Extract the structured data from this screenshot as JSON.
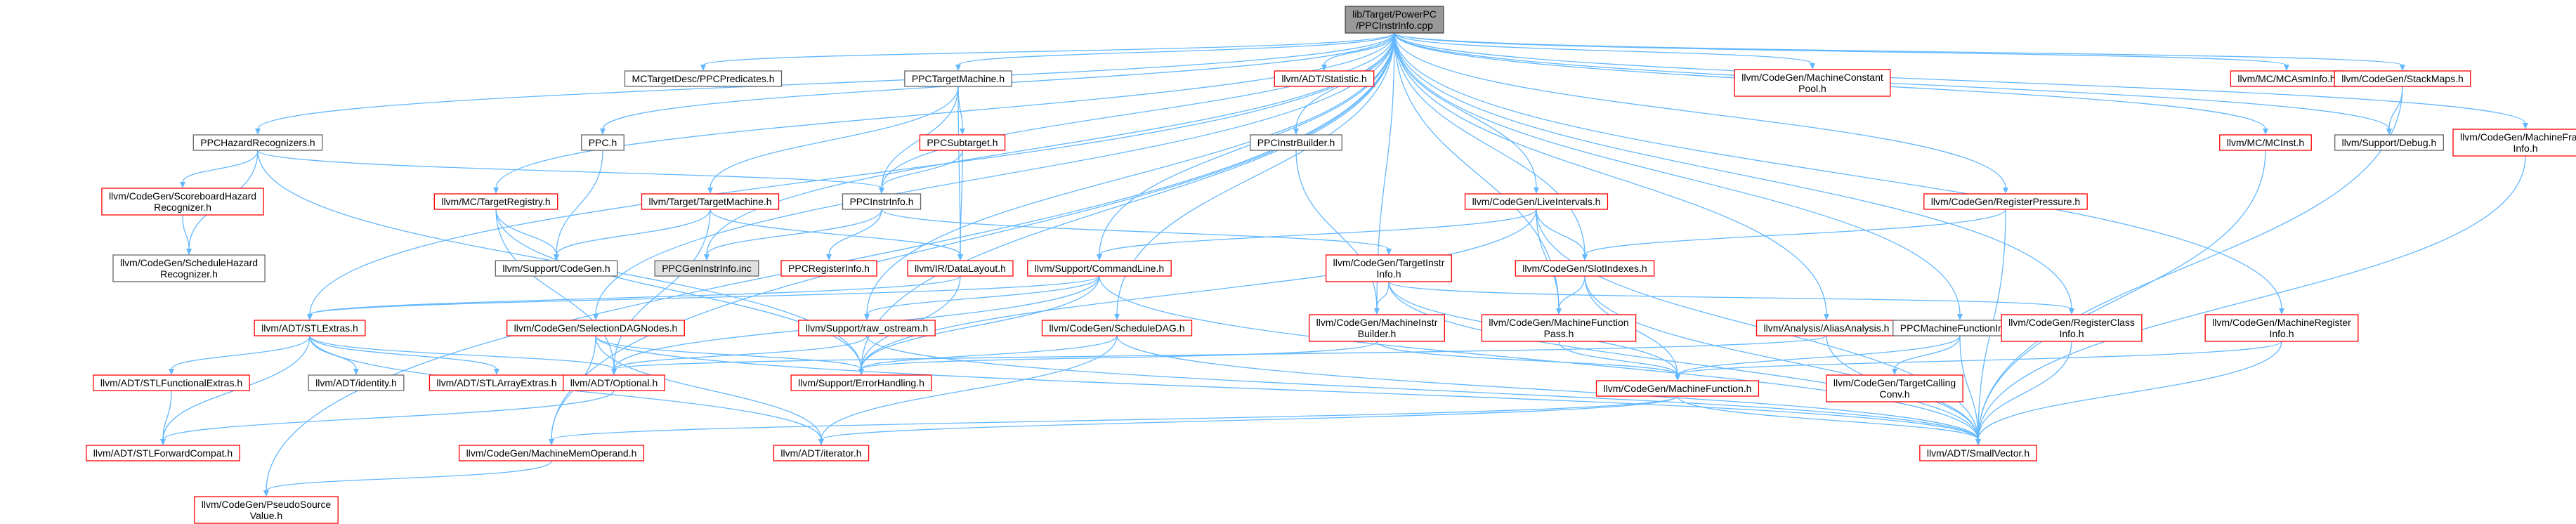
{
  "graph": {
    "colors": {
      "red": "#ff0000",
      "gray": "#666666",
      "black": "#444444",
      "root_fill": "#999999",
      "gray_fill": "#e0e0e0",
      "edge": "#63b8ff",
      "text": "#000000"
    },
    "nodes": [
      {
        "id": "root",
        "lines": [
          "lib/Target/PowerPC",
          "/PPCInstrInfo.cpp"
        ],
        "style": "root"
      },
      {
        "id": "ppc_predicates",
        "lines": [
          "MCTargetDesc/PPCPredicates.h"
        ],
        "style": "gray"
      },
      {
        "id": "ppc_target_machine",
        "lines": [
          "PPCTargetMachine.h"
        ],
        "style": "gray"
      },
      {
        "id": "statistic",
        "lines": [
          "llvm/ADT/Statistic.h"
        ],
        "style": "red"
      },
      {
        "id": "machine_constant_pool",
        "lines": [
          "llvm/CodeGen/MachineConstant",
          "Pool.h"
        ],
        "style": "red"
      },
      {
        "id": "mc_asm_info",
        "lines": [
          "llvm/MC/MCAsmInfo.h"
        ],
        "style": "red"
      },
      {
        "id": "stack_maps",
        "lines": [
          "llvm/CodeGen/StackMaps.h"
        ],
        "style": "red"
      },
      {
        "id": "machine_frame_info",
        "lines": [
          "llvm/CodeGen/MachineFrame",
          "Info.h"
        ],
        "style": "red"
      },
      {
        "id": "ppc_hazard",
        "lines": [
          "PPCHazardRecognizers.h"
        ],
        "style": "gray"
      },
      {
        "id": "ppc_h",
        "lines": [
          "PPC.h"
        ],
        "style": "gray"
      },
      {
        "id": "ppc_subtarget",
        "lines": [
          "PPCSubtarget.h"
        ],
        "style": "red"
      },
      {
        "id": "ppc_instr_builder",
        "lines": [
          "PPCInstrBuilder.h"
        ],
        "style": "gray"
      },
      {
        "id": "mc_inst",
        "lines": [
          "llvm/MC/MCInst.h"
        ],
        "style": "red"
      },
      {
        "id": "support_debug",
        "lines": [
          "llvm/Support/Debug.h"
        ],
        "style": "gray"
      },
      {
        "id": "scoreboard_hazard",
        "lines": [
          "llvm/CodeGen/ScoreboardHazard",
          "Recognizer.h"
        ],
        "style": "red"
      },
      {
        "id": "target_registry",
        "lines": [
          "llvm/MC/TargetRegistry.h"
        ],
        "style": "red"
      },
      {
        "id": "target_machine",
        "lines": [
          "llvm/Target/TargetMachine.h"
        ],
        "style": "red"
      },
      {
        "id": "ppc_instr_info_h",
        "lines": [
          "PPCInstrInfo.h"
        ],
        "style": "gray"
      },
      {
        "id": "live_intervals",
        "lines": [
          "llvm/CodeGen/LiveIntervals.h"
        ],
        "style": "red"
      },
      {
        "id": "register_pressure",
        "lines": [
          "llvm/CodeGen/RegisterPressure.h"
        ],
        "style": "red"
      },
      {
        "id": "schedule_hazard",
        "lines": [
          "llvm/CodeGen/ScheduleHazard",
          "Recognizer.h"
        ],
        "style": "gray"
      },
      {
        "id": "support_codegen",
        "lines": [
          "llvm/Support/CodeGen.h"
        ],
        "style": "gray"
      },
      {
        "id": "ppc_gen_instr_info",
        "lines": [
          "PPCGenInstrInfo.inc"
        ],
        "style": "grayfill"
      },
      {
        "id": "ppc_register_info",
        "lines": [
          "PPCRegisterInfo.h"
        ],
        "style": "red"
      },
      {
        "id": "ir_data_layout",
        "lines": [
          "llvm/IR/DataLayout.h"
        ],
        "style": "red"
      },
      {
        "id": "command_line",
        "lines": [
          "llvm/Support/CommandLine.h"
        ],
        "style": "red"
      },
      {
        "id": "target_instr_info",
        "lines": [
          "llvm/CodeGen/TargetInstr",
          "Info.h"
        ],
        "style": "red"
      },
      {
        "id": "slot_indexes",
        "lines": [
          "llvm/CodeGen/SlotIndexes.h"
        ],
        "style": "red"
      },
      {
        "id": "stl_extras",
        "lines": [
          "llvm/ADT/STLExtras.h"
        ],
        "style": "red"
      },
      {
        "id": "selection_dag_nodes",
        "lines": [
          "llvm/CodeGen/SelectionDAGNodes.h"
        ],
        "style": "red"
      },
      {
        "id": "raw_ostream",
        "lines": [
          "llvm/Support/raw_ostream.h"
        ],
        "style": "red"
      },
      {
        "id": "schedule_dag",
        "lines": [
          "llvm/CodeGen/ScheduleDAG.h"
        ],
        "style": "red"
      },
      {
        "id": "machine_instr_builder",
        "lines": [
          "llvm/CodeGen/MachineInstr",
          "Builder.h"
        ],
        "style": "red"
      },
      {
        "id": "machine_function_pass",
        "lines": [
          "llvm/CodeGen/MachineFunction",
          "Pass.h"
        ],
        "style": "red"
      },
      {
        "id": "alias_analysis",
        "lines": [
          "llvm/Analysis/AliasAnalysis.h"
        ],
        "style": "red"
      },
      {
        "id": "ppc_machine_function_info",
        "lines": [
          "PPCMachineFunctionInfo.h"
        ],
        "style": "gray"
      },
      {
        "id": "register_class_info",
        "lines": [
          "llvm/CodeGen/RegisterClass",
          "Info.h"
        ],
        "style": "red"
      },
      {
        "id": "machine_register_info",
        "lines": [
          "llvm/CodeGen/MachineRegister",
          "Info.h"
        ],
        "style": "red"
      },
      {
        "id": "stl_functional_extras",
        "lines": [
          "llvm/ADT/STLFunctionalExtras.h"
        ],
        "style": "red"
      },
      {
        "id": "adt_identity",
        "lines": [
          "llvm/ADT/identity.h"
        ],
        "style": "gray"
      },
      {
        "id": "stl_array_extras",
        "lines": [
          "llvm/ADT/STLArrayExtras.h"
        ],
        "style": "red"
      },
      {
        "id": "adt_optional",
        "lines": [
          "llvm/ADT/Optional.h"
        ],
        "style": "red"
      },
      {
        "id": "error_handling",
        "lines": [
          "llvm/Support/ErrorHandling.h"
        ],
        "style": "red"
      },
      {
        "id": "machine_function",
        "lines": [
          "llvm/CodeGen/MachineFunction.h"
        ],
        "style": "red"
      },
      {
        "id": "target_calling_conv",
        "lines": [
          "llvm/CodeGen/TargetCalling",
          "Conv.h"
        ],
        "style": "red"
      },
      {
        "id": "stl_forward_compat",
        "lines": [
          "llvm/ADT/STLForwardCompat.h"
        ],
        "style": "red"
      },
      {
        "id": "machine_mem_operand",
        "lines": [
          "llvm/CodeGen/MachineMemOperand.h"
        ],
        "style": "red"
      },
      {
        "id": "adt_iterator",
        "lines": [
          "llvm/ADT/iterator.h"
        ],
        "style": "red"
      },
      {
        "id": "small_vector",
        "lines": [
          "llvm/ADT/SmallVector.h"
        ],
        "style": "red"
      },
      {
        "id": "pseudo_source_value",
        "lines": [
          "llvm/CodeGen/PseudoSource",
          "Value.h"
        ],
        "style": "red"
      }
    ],
    "edges": [
      [
        "root",
        "ppc_predicates"
      ],
      [
        "root",
        "ppc_target_machine"
      ],
      [
        "root",
        "statistic"
      ],
      [
        "root",
        "machine_constant_pool"
      ],
      [
        "root",
        "mc_asm_info"
      ],
      [
        "root",
        "stack_maps"
      ],
      [
        "root",
        "machine_frame_info"
      ],
      [
        "root",
        "ppc_hazard"
      ],
      [
        "root",
        "ppc_h"
      ],
      [
        "root",
        "ppc_instr_builder"
      ],
      [
        "root",
        "mc_inst"
      ],
      [
        "root",
        "support_debug"
      ],
      [
        "root",
        "target_registry"
      ],
      [
        "root",
        "ppc_instr_info_h"
      ],
      [
        "root",
        "live_intervals"
      ],
      [
        "root",
        "register_pressure"
      ],
      [
        "root",
        "ppc_gen_instr_info"
      ],
      [
        "root",
        "command_line"
      ],
      [
        "root",
        "slot_indexes"
      ],
      [
        "root",
        "stl_extras"
      ],
      [
        "root",
        "selection_dag_nodes"
      ],
      [
        "root",
        "raw_ostream"
      ],
      [
        "root",
        "schedule_dag"
      ],
      [
        "root",
        "machine_instr_builder"
      ],
      [
        "root",
        "machine_function_pass"
      ],
      [
        "root",
        "alias_analysis"
      ],
      [
        "root",
        "ppc_machine_function_info"
      ],
      [
        "root",
        "register_class_info"
      ],
      [
        "root",
        "machine_register_info"
      ],
      [
        "root",
        "machine_mem_operand"
      ],
      [
        "root",
        "pseudo_source_value"
      ],
      [
        "root",
        "error_handling"
      ],
      [
        "ppc_target_machine",
        "ppc_subtarget"
      ],
      [
        "ppc_target_machine",
        "target_machine"
      ],
      [
        "ppc_target_machine",
        "ppc_instr_info_h"
      ],
      [
        "ppc_target_machine",
        "ir_data_layout"
      ],
      [
        "ppc_subtarget",
        "ppc_instr_info_h"
      ],
      [
        "ppc_subtarget",
        "ir_data_layout"
      ],
      [
        "ppc_hazard",
        "scoreboard_hazard"
      ],
      [
        "ppc_hazard",
        "schedule_hazard"
      ],
      [
        "ppc_hazard",
        "ppc_instr_info_h"
      ],
      [
        "ppc_hazard",
        "error_handling"
      ],
      [
        "ppc_h",
        "support_codegen"
      ],
      [
        "ppc_instr_builder",
        "machine_instr_builder"
      ],
      [
        "mc_inst",
        "small_vector"
      ],
      [
        "stack_maps",
        "support_debug"
      ],
      [
        "stack_maps",
        "small_vector"
      ],
      [
        "machine_frame_info",
        "small_vector"
      ],
      [
        "scoreboard_hazard",
        "schedule_hazard"
      ],
      [
        "target_registry",
        "support_codegen"
      ],
      [
        "target_registry",
        "adt_optional"
      ],
      [
        "target_registry",
        "error_handling"
      ],
      [
        "target_machine",
        "support_codegen"
      ],
      [
        "target_machine",
        "ir_data_layout"
      ],
      [
        "target_machine",
        "adt_optional"
      ],
      [
        "ppc_instr_info_h",
        "ppc_gen_instr_info"
      ],
      [
        "ppc_instr_info_h",
        "ppc_register_info"
      ],
      [
        "ppc_instr_info_h",
        "target_instr_info"
      ],
      [
        "live_intervals",
        "slot_indexes"
      ],
      [
        "live_intervals",
        "machine_function_pass"
      ],
      [
        "live_intervals",
        "command_line"
      ],
      [
        "live_intervals",
        "small_vector"
      ],
      [
        "live_intervals",
        "error_handling"
      ],
      [
        "register_pressure",
        "slot_indexes"
      ],
      [
        "register_pressure",
        "small_vector"
      ],
      [
        "command_line",
        "stl_extras"
      ],
      [
        "command_line",
        "raw_ostream"
      ],
      [
        "command_line",
        "error_handling"
      ],
      [
        "command_line",
        "adt_optional"
      ],
      [
        "command_line",
        "small_vector"
      ],
      [
        "target_instr_info",
        "machine_instr_builder"
      ],
      [
        "target_instr_info",
        "small_vector"
      ],
      [
        "target_instr_info",
        "register_class_info"
      ],
      [
        "target_instr_info",
        "machine_function"
      ],
      [
        "slot_indexes",
        "machine_function_pass"
      ],
      [
        "slot_indexes",
        "machine_function"
      ],
      [
        "slot_indexes",
        "small_vector"
      ],
      [
        "ir_data_layout",
        "error_handling"
      ],
      [
        "ir_data_layout",
        "stl_extras"
      ],
      [
        "stl_extras",
        "stl_functional_extras"
      ],
      [
        "stl_extras",
        "adt_identity"
      ],
      [
        "stl_extras",
        "stl_array_extras"
      ],
      [
        "stl_extras",
        "adt_optional"
      ],
      [
        "stl_extras",
        "stl_forward_compat"
      ],
      [
        "stl_extras",
        "adt_iterator"
      ],
      [
        "stl_functional_extras",
        "stl_forward_compat"
      ],
      [
        "adt_optional",
        "stl_forward_compat"
      ],
      [
        "selection_dag_nodes",
        "error_handling"
      ],
      [
        "selection_dag_nodes",
        "machine_mem_operand"
      ],
      [
        "selection_dag_nodes",
        "adt_iterator"
      ],
      [
        "selection_dag_nodes",
        "small_vector"
      ],
      [
        "raw_ostream",
        "adt_optional"
      ],
      [
        "raw_ostream",
        "small_vector"
      ],
      [
        "schedule_dag",
        "error_handling"
      ],
      [
        "schedule_dag",
        "adt_iterator"
      ],
      [
        "schedule_dag",
        "small_vector"
      ],
      [
        "machine_instr_builder",
        "machine_function"
      ],
      [
        "machine_instr_builder",
        "error_handling"
      ],
      [
        "machine_function_pass",
        "machine_function"
      ],
      [
        "alias_analysis",
        "adt_optional"
      ],
      [
        "alias_analysis",
        "small_vector"
      ],
      [
        "ppc_machine_function_info",
        "target_calling_conv"
      ],
      [
        "ppc_machine_function_info",
        "machine_function"
      ],
      [
        "ppc_machine_function_info",
        "small_vector"
      ],
      [
        "register_class_info",
        "small_vector"
      ],
      [
        "machine_register_info",
        "machine_function"
      ],
      [
        "machine_register_info",
        "small_vector"
      ],
      [
        "machine_function",
        "small_vector"
      ],
      [
        "machine_function",
        "adt_iterator"
      ],
      [
        "machine_function",
        "machine_mem_operand"
      ],
      [
        "machine_mem_operand",
        "pseudo_source_value"
      ]
    ]
  }
}
